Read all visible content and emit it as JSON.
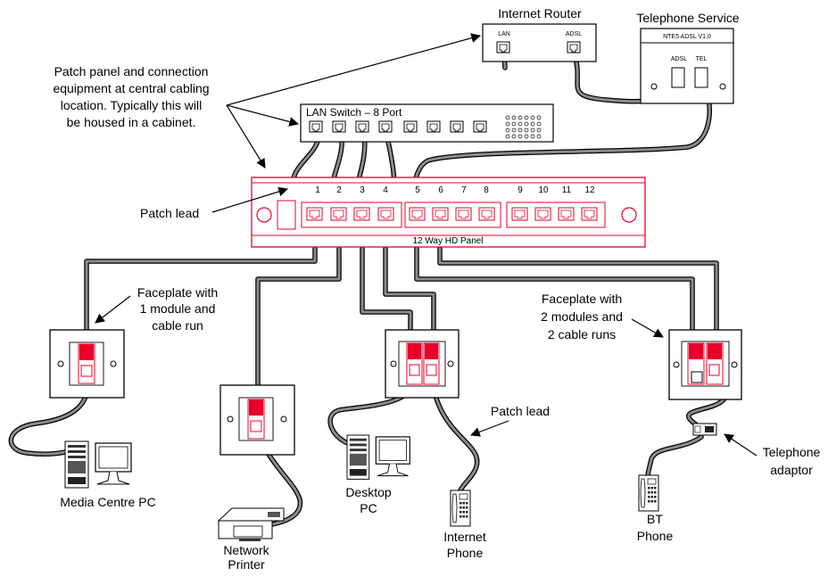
{
  "router": {
    "title": "Internet Router",
    "port_lan": "LAN",
    "port_adsl": "ADSL"
  },
  "telephone_service": {
    "title": "Telephone Service",
    "model": "NTE5 ADSL V1.0",
    "port_adsl": "ADSL",
    "port_tel": "TEL"
  },
  "switch": {
    "title": "LAN Switch – 8 Port"
  },
  "panel": {
    "title": "12 Way HD Panel",
    "ports": [
      "1",
      "2",
      "3",
      "4",
      "5",
      "6",
      "7",
      "8",
      "9",
      "10",
      "11",
      "12"
    ]
  },
  "annotations": {
    "central": [
      "Patch panel and connection",
      "equipment at central cabling",
      "location. Typically this will",
      "be housed in a cabinet."
    ],
    "patch_lead_left": "Patch lead",
    "faceplate_one": [
      "Faceplate with",
      "1 module and",
      "cable run"
    ],
    "faceplate_two": [
      "Faceplate with",
      "2 modules and",
      "2 cable runs"
    ],
    "patch_lead_mid": "Patch lead",
    "telephone_adaptor": [
      "Telephone",
      "adaptor"
    ]
  },
  "devices": {
    "media_pc": "Media Centre PC",
    "printer": [
      "Network",
      "Printer"
    ],
    "desktop_pc": [
      "Desktop",
      "PC"
    ],
    "internet_phone": [
      "Internet",
      "Phone"
    ],
    "bt_phone": [
      "BT",
      "Phone"
    ]
  },
  "colors": {
    "panel_red": "#e8002a",
    "cable_grey": "#8c8c8c",
    "line": "#000000"
  }
}
